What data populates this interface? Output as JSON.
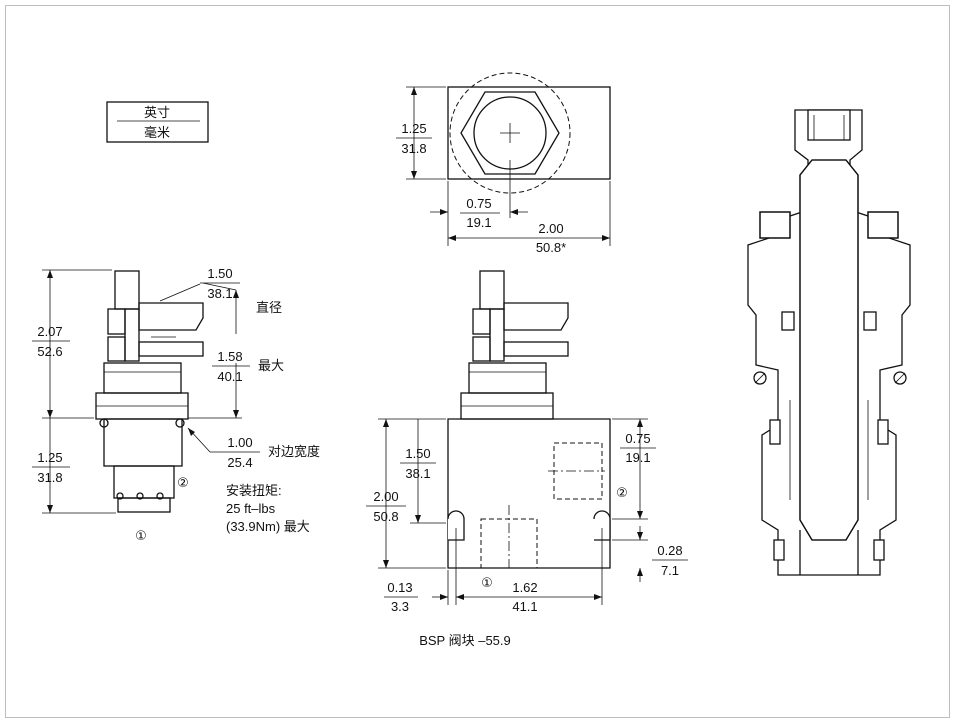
{
  "legend": {
    "top": "英寸",
    "bottom": "毫米"
  },
  "left_view": {
    "dim_overall": {
      "in": "2.07",
      "mm": "52.6"
    },
    "dim_dia": {
      "in": "1.50",
      "mm": "38.1",
      "note": "直径"
    },
    "dim_max": {
      "in": "1.58",
      "mm": "40.1",
      "note": "最大"
    },
    "dim_hex": {
      "in": "1.00",
      "mm": "25.4",
      "note": "对边宽度"
    },
    "dim_thread": {
      "in": "1.25",
      "mm": "31.8"
    },
    "port1": "①",
    "port2": "②",
    "torque": {
      "line1": "安装扭矩:",
      "line2": "25 ft–lbs",
      "line3": "(33.9Nm) 最大"
    }
  },
  "top_view": {
    "dim_height": {
      "in": "1.25",
      "mm": "31.8"
    },
    "dim_offset": {
      "in": "0.75",
      "mm": "19.1"
    },
    "dim_width": {
      "in": "2.00",
      "mm": "50.8*"
    }
  },
  "front_view": {
    "dim_port_offset": {
      "in": "1.50",
      "mm": "38.1"
    },
    "dim_height": {
      "in": "2.00",
      "mm": "50.8"
    },
    "dim_port2": {
      "in": "0.75",
      "mm": "19.1"
    },
    "dim_hole": {
      "in": "0.28",
      "mm": "7.1"
    },
    "dim_edge": {
      "in": "0.13",
      "mm": "3.3"
    },
    "dim_hole_spacing": {
      "in": "1.62",
      "mm": "41.1"
    },
    "port1": "①",
    "port2": "②",
    "caption": "BSP 阀块 –55.9"
  }
}
